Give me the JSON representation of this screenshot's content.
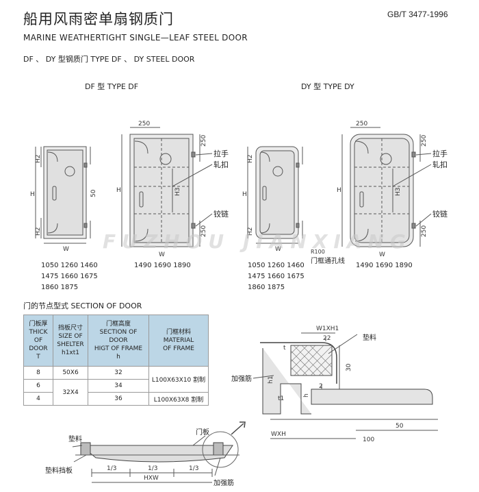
{
  "header": {
    "title_cn": "船用风雨密单扇钢质门",
    "standard": "GB/T 3477-1996",
    "title_en": "MARINE WEATHERTIGHT SINGLE—LEAF STEEL DOOR",
    "subtitle": "DF 、 DY 型钢质门      TYPE DF 、 DY STEEL DOOR"
  },
  "types": {
    "df": "DF 型    TYPE DF",
    "dy": "DY 型    TYPE DY"
  },
  "callouts": {
    "handle": "拉手",
    "clamp": "轧扣",
    "hinge": "铰链",
    "frame_line": "门框通孔线",
    "r100": "R100"
  },
  "dims": {
    "d250": "250",
    "d50": "50",
    "h": "H",
    "w": "W",
    "h2": "H2",
    "h3": "H3",
    "w1xh1": "W1XH1",
    "d22": "22",
    "d30": "30",
    "d2": "2",
    "d50b": "50",
    "d100": "100",
    "wxh": "WXH",
    "h1": "h1",
    "hh": "h",
    "t1": "t1",
    "t": "t",
    "third": "1/3",
    "hxw": "HXW"
  },
  "sizes": {
    "df_small": [
      "1050  1260  1460",
      "1475  1660  1675",
      "1860  1875"
    ],
    "df_large": [
      "1490   1690   1890"
    ],
    "dy_small": [
      "1050  1260  1460",
      "1475  1660  1675",
      "1860  1875"
    ],
    "dy_large": [
      "1490   1690   1890"
    ]
  },
  "section": {
    "title": "门的节点型式        SECTION OF DOOR",
    "headers": [
      [
        "门板厚",
        "THICK",
        "OF DOOR",
        "T"
      ],
      [
        "挡板尺寸",
        "SIZE OF",
        "SHELTER",
        "h1xt1"
      ],
      [
        "门框高度",
        "SECTION OF DOOR",
        "HIGT OF FRAME",
        "h"
      ],
      [
        "门框材料",
        "MATERIAL",
        "OF FRAME"
      ]
    ],
    "rows": [
      {
        "t": "8",
        "shelter": "50X6",
        "h": "32"
      },
      {
        "t": "6",
        "shelter": "32X4",
        "h": "34"
      },
      {
        "t": "4",
        "h": "36"
      }
    ],
    "material_1": "L100X63X10 割制",
    "material_2": "L100X63X8 割制"
  },
  "detail_labels": {
    "gasket": "垫料",
    "stiffener": "加强筋",
    "door_plate": "门板",
    "gasket_stop": "垫料挡板"
  },
  "watermark": "FUZHOU JIANXIANG"
}
